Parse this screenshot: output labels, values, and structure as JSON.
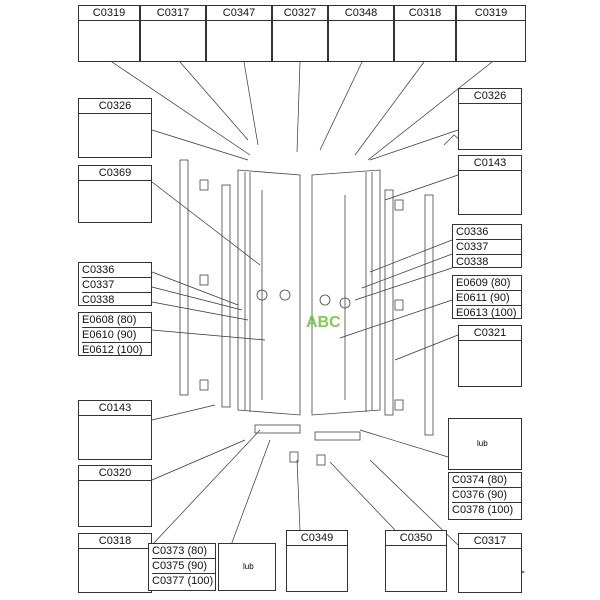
{
  "top_labels": [
    "C0319",
    "C0317",
    "C0347",
    "C0327",
    "C0348",
    "C0318",
    "C0319"
  ],
  "left_labels": {
    "c0326": "C0326",
    "c0369": "C0369",
    "c0143": "C0143",
    "c0320": "C0320",
    "c0318": "C0318"
  },
  "right_labels": {
    "c0326": "C0326",
    "c0143": "C0143",
    "c0321": "C0321",
    "c0317": "C0317"
  },
  "left_group_a": [
    "C0336",
    "C0337",
    "C0338"
  ],
  "left_group_b": [
    "E0608 (80)",
    "E0610 (90)",
    "E0612 (100)"
  ],
  "right_group_a": [
    "C0336",
    "C0337",
    "C0338"
  ],
  "right_group_b": [
    "E0609 (80)",
    "E0611 (90)",
    "E0613 (100)"
  ],
  "right_group_c": [
    "C0374 (80)",
    "C0376 (90)",
    "C0378 (100)"
  ],
  "bottom_group": [
    "C0373 (80)",
    "C0375 (90)",
    "C0377 (100)"
  ],
  "bottom_labels": {
    "c0349": "C0349",
    "c0350": "C0350"
  },
  "lub": "lub",
  "watermark": "ABC"
}
